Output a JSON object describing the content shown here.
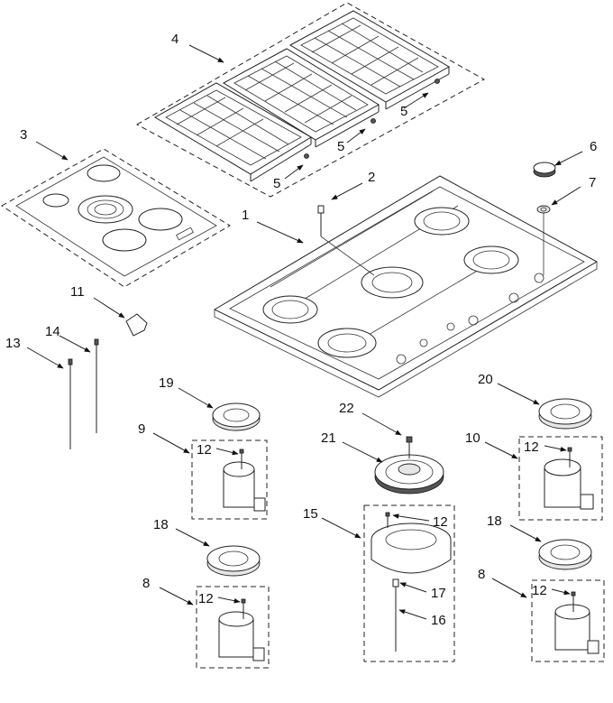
{
  "labels": {
    "l1": "1",
    "l2": "2",
    "l3": "3",
    "l4": "4",
    "l5a": "5",
    "l5b": "5",
    "l5c": "5",
    "l6": "6",
    "l7": "7",
    "l8a": "8",
    "l8b": "8",
    "l9": "9",
    "l10": "10",
    "l11": "11",
    "l12a": "12",
    "l12b": "12",
    "l12c": "12",
    "l12d": "12",
    "l12e": "12",
    "l13": "13",
    "l14": "14",
    "l15": "15",
    "l16": "16",
    "l17": "17",
    "l18a": "18",
    "l18b": "18",
    "l19": "19",
    "l20": "20",
    "l21": "21",
    "l22": "22"
  }
}
